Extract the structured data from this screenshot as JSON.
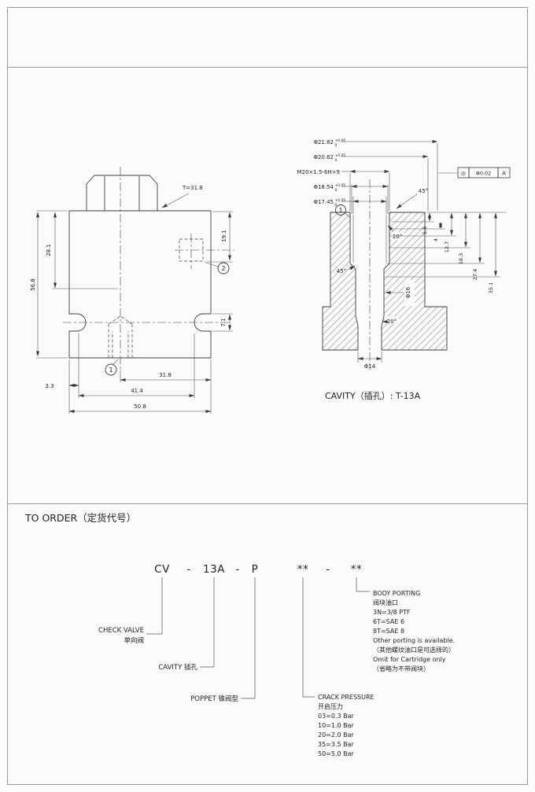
{
  "page": {
    "bg": "#fbfbf9",
    "ink": "#3c3c3c",
    "frame": "#9a9a9a"
  },
  "left_view": {
    "balloon_1": "1",
    "balloon_2": "2",
    "dims": {
      "t": "T=31.8",
      "d19_1": "19.1",
      "d28_1": "28.1",
      "d56_8": "56.8",
      "d7_1": "7.1",
      "d3_3": "3.3",
      "d31_8": "31.8",
      "d41_4": "41.4",
      "d50_8": "50.8"
    }
  },
  "cavity_view": {
    "title": "CAVITY（插孔）: T-13A",
    "balloon": "1",
    "callouts": [
      {
        "text": "Φ21.82",
        "tol_up": "+0.05",
        "tol_dn": "0"
      },
      {
        "text": "Φ20.62",
        "tol_up": "+0.05",
        "tol_dn": "0"
      },
      {
        "text": "M20×1.5-6H×9",
        "tol_up": "",
        "tol_dn": ""
      },
      {
        "text": "Φ18.54",
        "tol_up": "+0.05",
        "tol_dn": "0"
      },
      {
        "text": "Φ17.45",
        "tol_up": "+0.05",
        "tol_dn": "0"
      }
    ],
    "datum": {
      "symbol": "◎",
      "value": "Φ0.02",
      "ref": "A"
    },
    "depths": [
      "5.5",
      "4",
      "12.7",
      "18.3",
      "27.4",
      "35.1"
    ],
    "angles": {
      "top": "45°",
      "thread": "10°",
      "step": "45°",
      "cone": "20°"
    },
    "dia_inner": "Φ16",
    "dia_bottom": "Φ14"
  },
  "order": {
    "heading": "TO ORDER（定货代号）",
    "code": [
      "CV",
      "-",
      "13A",
      "-",
      "P",
      "**",
      "-",
      "**"
    ],
    "check_valve": {
      "en": "CHECK VALVE",
      "zh": "单向阀"
    },
    "cavity_label": "CAVITY 插孔",
    "poppet_label": "POPPET 锥阀型",
    "crack": [
      "CRACK PRESSURE",
      "开启压力",
      "03=0.3 Bar",
      "10=1.0 Bar",
      "20=2.0 Bar",
      "35=3.5 Bar",
      "50=5.0 Bar"
    ],
    "porting": [
      "BODY PORTING",
      "阀块油口",
      "3N=3/8 PTF",
      "6T=SAE 6",
      "8T=SAE 8",
      "Other porting is available.",
      "（其他螺纹油口是可选择的）",
      "Omit for Cartridge only",
      "（省略为不带阀块）"
    ]
  }
}
